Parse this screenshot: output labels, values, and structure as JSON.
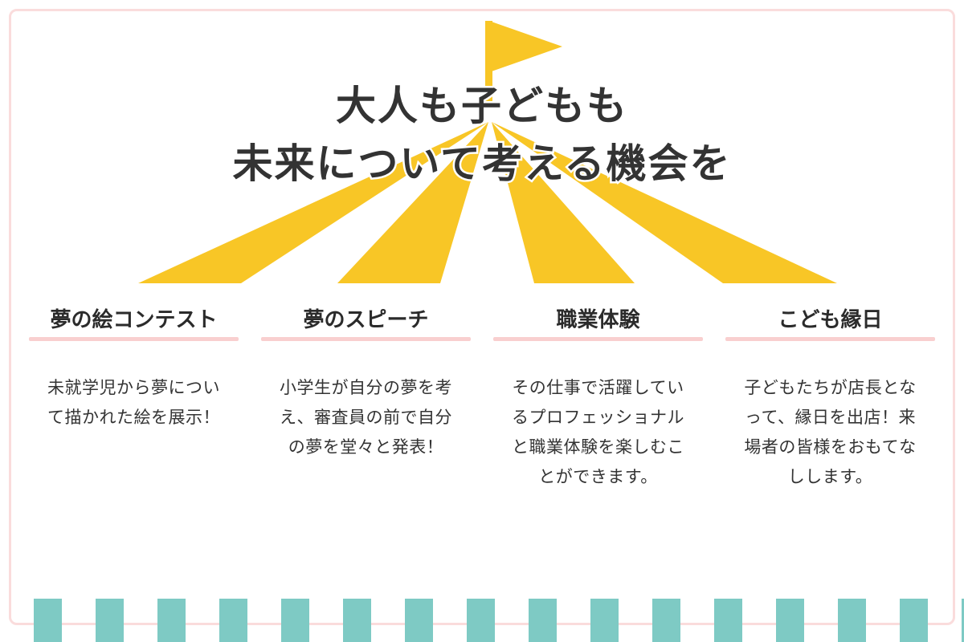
{
  "poster": {
    "background_color": "#ffffff",
    "frame_color": "#fadcdc",
    "accent_yellow": "#f8c626",
    "accent_teal": "#7ecac4",
    "accent_pink": "#f9cfcf",
    "text_color": "#333333"
  },
  "headline": {
    "line1": "大人も子どもも",
    "line2": "未来について考える機会を"
  },
  "flag": {
    "label": "yellow-triangular-flag"
  },
  "columns": [
    {
      "heading": "夢の絵コンテスト",
      "body": "未就学児から夢について描かれた絵を展示！"
    },
    {
      "heading": "夢のスピーチ",
      "body": "小学生が自分の夢を考え、審査員の前で自分の夢を堂々と発表！"
    },
    {
      "heading": "職業体験",
      "body": "その仕事で活躍しているプロフェッショナルと職業体験を楽しむことができます。"
    },
    {
      "heading": "こども縁日",
      "body": "子どもたちが店長となって、縁日を出店！来場者の皆様をおもてなしします。"
    }
  ]
}
